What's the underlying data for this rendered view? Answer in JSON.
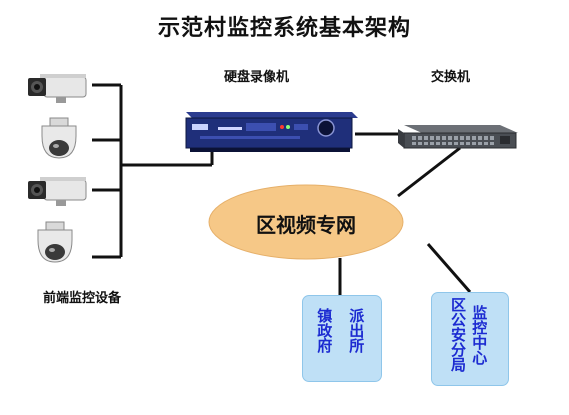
{
  "title": "示范村监控系统基本架构",
  "nodes": {
    "dvr_label": "硬盘录像机",
    "switch_label": "交换机",
    "frontend_label": "前端监控设备",
    "network_label": "区视频专网"
  },
  "boxes": {
    "left": {
      "col1": "镇政府",
      "col2": "派出所"
    },
    "right": {
      "col1": "区公安分局",
      "col2": "监控中心"
    }
  },
  "devices": {
    "cameras": [
      "box-camera",
      "dome-camera",
      "box-camera",
      "dome-camera"
    ]
  },
  "colors": {
    "ellipse_fill": "#f6c887",
    "box_fill": "#bfe0f6",
    "box_text": "#1c2bd1",
    "line": "#111111"
  }
}
